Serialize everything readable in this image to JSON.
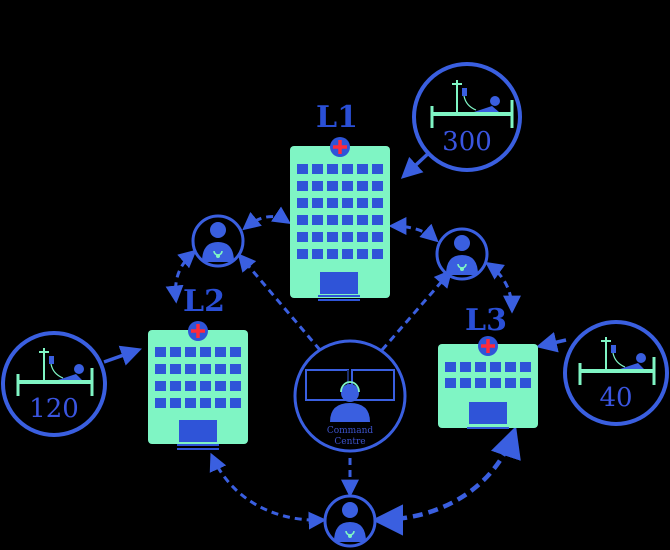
{
  "hospitals": {
    "l1": {
      "label": "L1"
    },
    "l2": {
      "label": "L2"
    },
    "l3": {
      "label": "L3"
    }
  },
  "patient_load": {
    "l1": "300",
    "l2": "120",
    "l3": "40"
  },
  "command_centre": {
    "line1": "Command",
    "line2": "Centre"
  },
  "colors": {
    "building": "#7ff5c4",
    "window": "#2f54d8",
    "accent": "#3a5fe0",
    "cross_fill": "#ff2a3a"
  }
}
